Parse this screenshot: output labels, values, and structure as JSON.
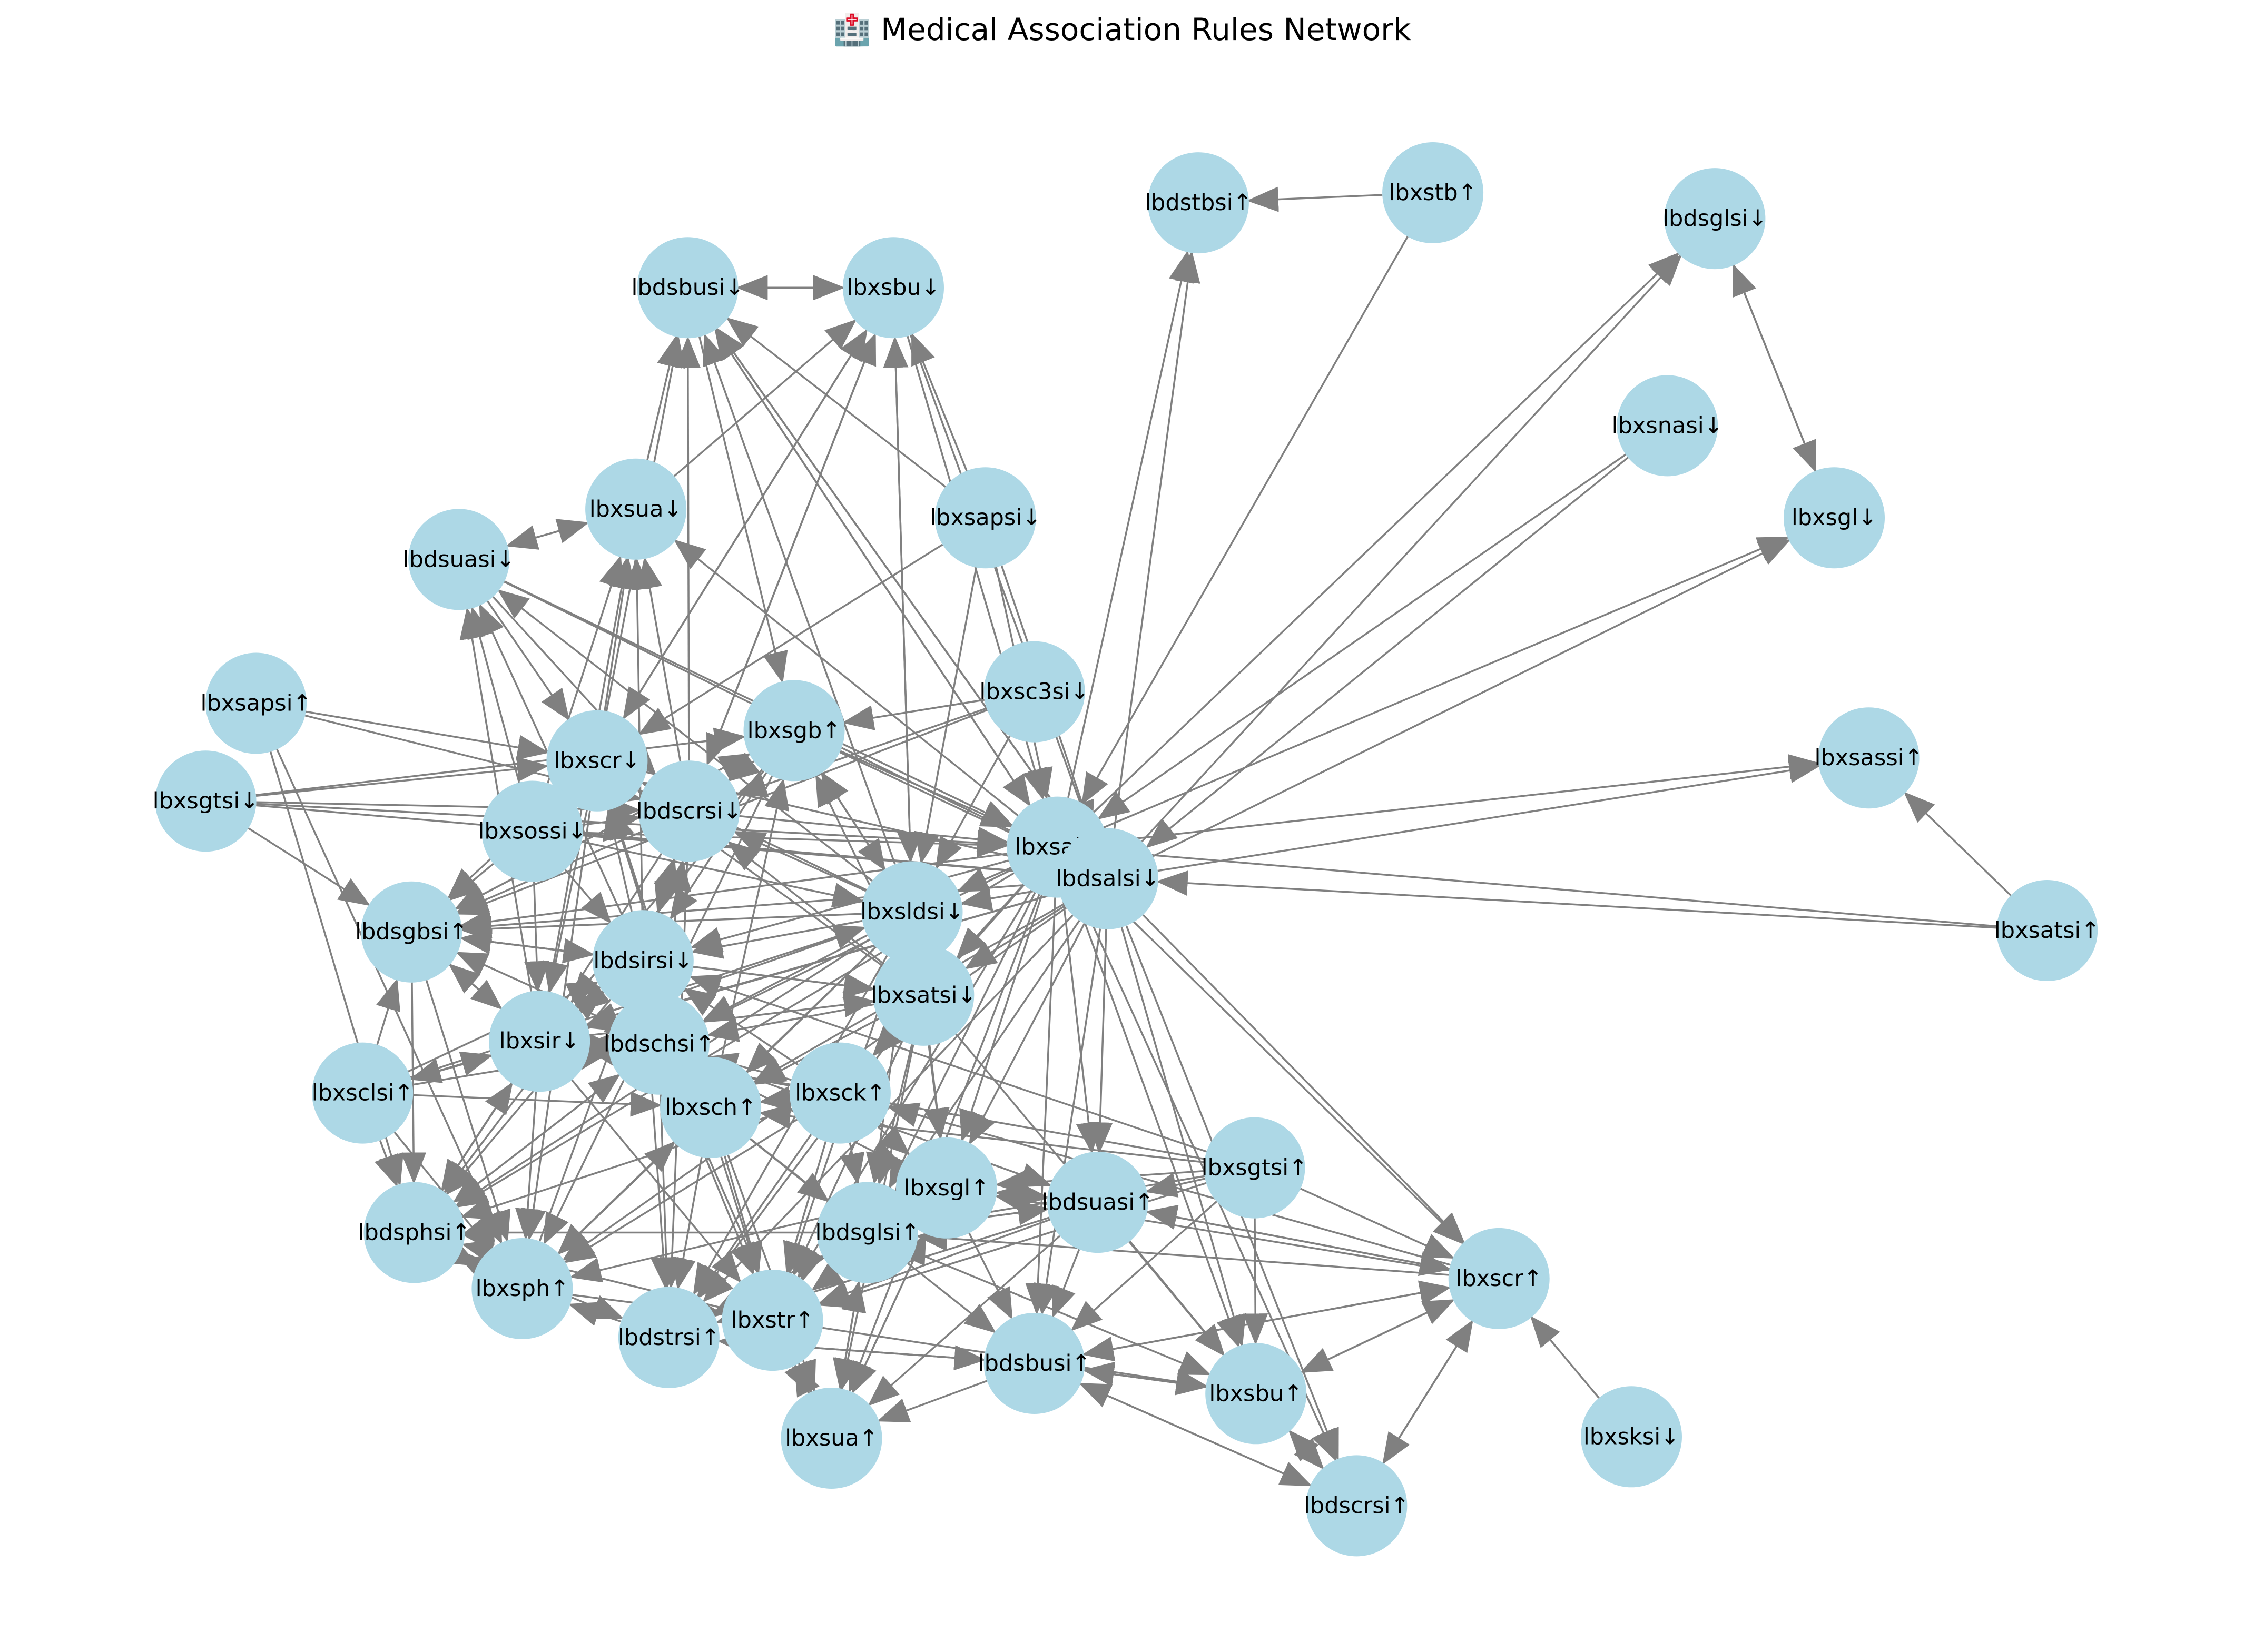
{
  "title": "🏥 Medical Association Rules Network",
  "style": {
    "node_color": "#add8e6",
    "edge_color": "#808080",
    "background": "#ffffff"
  },
  "nodes": [
    {
      "id": "lbdstbsi_up",
      "label": "lbdstbsi↑"
    },
    {
      "id": "lbxstb_up",
      "label": "lbxstb↑"
    },
    {
      "id": "lbdsglsi_down",
      "label": "lbdsglsi↓"
    },
    {
      "id": "lbdsbusi_down",
      "label": "lbdsbusi↓"
    },
    {
      "id": "lbxsbu_down",
      "label": "lbxsbu↓"
    },
    {
      "id": "lbxsnasi_down",
      "label": "lbxsnasi↓"
    },
    {
      "id": "lbxsgl_down",
      "label": "lbxsgl↓"
    },
    {
      "id": "lbxsua_down",
      "label": "lbxsua↓"
    },
    {
      "id": "lbdsuasi_down",
      "label": "lbdsuasi↓"
    },
    {
      "id": "lbxsapsi_down",
      "label": "lbxsapsi↓"
    },
    {
      "id": "lbxsc3si_down",
      "label": "lbxsc3si↓"
    },
    {
      "id": "lbxsapsi_up",
      "label": "lbxsapsi↑"
    },
    {
      "id": "lbxsgb_up",
      "label": "lbxsgb↑"
    },
    {
      "id": "lbxscr_down",
      "label": "lbxscr↓"
    },
    {
      "id": "lbxsassi_up",
      "label": "lbxsassi↑"
    },
    {
      "id": "lbxsgtsi_down",
      "label": "lbxsgtsi↓"
    },
    {
      "id": "lbdscrsi_down",
      "label": "lbdscrsi↓"
    },
    {
      "id": "lbxsossi_down",
      "label": "lbxsossi↓"
    },
    {
      "id": "lbxsal_down",
      "label": "lbxsal↓"
    },
    {
      "id": "lbdsalsi_down",
      "label": "lbdsalsi↓"
    },
    {
      "id": "lbxsatsi_up",
      "label": "lbxsatsi↑"
    },
    {
      "id": "lbdsgbsi_up",
      "label": "lbdsgbsi↑"
    },
    {
      "id": "lbxsldsi_down",
      "label": "lbxsldsi↓"
    },
    {
      "id": "lbdsirsi_down",
      "label": "lbdsirsi↓"
    },
    {
      "id": "lbxsatsi_down",
      "label": "lbxsatsi↓"
    },
    {
      "id": "lbxsir_down",
      "label": "lbxsir↓"
    },
    {
      "id": "lbdschsi_up",
      "label": "lbdschsi↑"
    },
    {
      "id": "lbxsclsi_up",
      "label": "lbxsclsi↑"
    },
    {
      "id": "lbxsch_up",
      "label": "lbxsch↑"
    },
    {
      "id": "lbxsck_up",
      "label": "lbxsck↑"
    },
    {
      "id": "lbxsgtsi_up",
      "label": "lbxsgtsi↑"
    },
    {
      "id": "lbxsgl_up",
      "label": "lbxsgl↑"
    },
    {
      "id": "lbdsuasi_up",
      "label": "lbdsuasi↑"
    },
    {
      "id": "lbdsphsi_up",
      "label": "lbdsphsi↑"
    },
    {
      "id": "lbdsglsi_up",
      "label": "lbdsglsi↑"
    },
    {
      "id": "lbxscr_up",
      "label": "lbxscr↑"
    },
    {
      "id": "lbxsph_up",
      "label": "lbxsph↑"
    },
    {
      "id": "lbdstrsi_up",
      "label": "lbdstrsi↑"
    },
    {
      "id": "lbxstr_up",
      "label": "lbxstr↑"
    },
    {
      "id": "lbdsbusi_up",
      "label": "lbdsbusi↑"
    },
    {
      "id": "lbxsbu_up",
      "label": "lbxsbu↑"
    },
    {
      "id": "lbxsua_up",
      "label": "lbxsua↑"
    },
    {
      "id": "lbxsksi_down",
      "label": "lbxsksi↓"
    },
    {
      "id": "lbdscrsi_up",
      "label": "lbdscrsi↑"
    }
  ],
  "edges": [
    [
      "lbxstb_up",
      "lbdstbsi_up"
    ],
    [
      "lbdsbusi_down",
      "lbxsbu_down"
    ],
    [
      "lbxsbu_down",
      "lbdsbusi_down"
    ],
    [
      "lbdsglsi_down",
      "lbxsgl_down"
    ],
    [
      "lbxsgl_down",
      "lbdsglsi_down"
    ],
    [
      "lbxsua_down",
      "lbdsuasi_down"
    ],
    [
      "lbdsuasi_down",
      "lbxsua_down"
    ],
    [
      "lbxsatsi_up",
      "lbxsassi_up"
    ],
    [
      "lbxsksi_down",
      "lbxscr_up"
    ],
    [
      "lbxscr_up",
      "lbdscrsi_up"
    ],
    [
      "lbdscrsi_up",
      "lbxscr_up"
    ],
    [
      "lbxsal_down",
      "lbdstbsi_up"
    ],
    [
      "lbdsalsi_down",
      "lbdstbsi_up"
    ],
    [
      "lbxstb_up",
      "lbxsal_down"
    ],
    [
      "lbxsal_down",
      "lbdsglsi_down"
    ],
    [
      "lbdsalsi_down",
      "lbdsglsi_down"
    ],
    [
      "lbxsal_down",
      "lbxsgl_down"
    ],
    [
      "lbdsalsi_down",
      "lbxsgl_down"
    ],
    [
      "lbxsnasi_down",
      "lbxsal_down"
    ],
    [
      "lbxsnasi_down",
      "lbdsalsi_down"
    ],
    [
      "lbxsal_down",
      "lbxsassi_up"
    ],
    [
      "lbdsalsi_down",
      "lbxsassi_up"
    ],
    [
      "lbxsatsi_up",
      "lbxsal_down"
    ],
    [
      "lbxsatsi_up",
      "lbdsalsi_down"
    ],
    [
      "lbxsua_down",
      "lbdsbusi_down"
    ],
    [
      "lbxsua_down",
      "lbxsbu_down"
    ],
    [
      "lbxscr_down",
      "lbdsbusi_down"
    ],
    [
      "lbxscr_down",
      "lbxsbu_down"
    ],
    [
      "lbdscrsi_down",
      "lbdsbusi_down"
    ],
    [
      "lbdscrsi_down",
      "lbxsbu_down"
    ],
    [
      "lbxsapsi_down",
      "lbdsbusi_down"
    ],
    [
      "lbxsapsi_down",
      "lbxsbu_down"
    ],
    [
      "lbxsal_down",
      "lbdsbusi_down"
    ],
    [
      "lbdsalsi_down",
      "lbdsbusi_down"
    ],
    [
      "lbxsldsi_down",
      "lbxsbu_down"
    ],
    [
      "lbxsldsi_down",
      "lbdsbusi_down"
    ],
    [
      "lbxsossi_down",
      "lbdsuasi_down"
    ],
    [
      "lbxsossi_down",
      "lbxsua_down"
    ],
    [
      "lbxscr_down",
      "lbxsua_down"
    ],
    [
      "lbdscrsi_down",
      "lbxsua_down"
    ],
    [
      "lbdsirsi_down",
      "lbxsua_down"
    ],
    [
      "lbdsirsi_down",
      "lbdsuasi_down"
    ],
    [
      "lbxsir_down",
      "lbxsua_down"
    ],
    [
      "lbxsir_down",
      "lbdsuasi_down"
    ],
    [
      "lbxsal_down",
      "lbxsua_down"
    ],
    [
      "lbxsldsi_down",
      "lbdsuasi_down"
    ],
    [
      "lbxsapsi_up",
      "lbxscr_down"
    ],
    [
      "lbxsapsi_up",
      "lbdscrsi_down"
    ],
    [
      "lbxsapsi_up",
      "lbdsphsi_up"
    ],
    [
      "lbxsapsi_up",
      "lbxsph_up"
    ],
    [
      "lbxsgtsi_down",
      "lbxscr_down"
    ],
    [
      "lbxsgtsi_down",
      "lbdscrsi_down"
    ],
    [
      "lbxsgtsi_down",
      "lbxsal_down"
    ],
    [
      "lbxsgtsi_down",
      "lbdsalsi_down"
    ],
    [
      "lbxsgtsi_down",
      "lbdsgbsi_up"
    ],
    [
      "lbxsgtsi_down",
      "lbxsgb_up"
    ],
    [
      "lbxsc3si_down",
      "lbxsgb_up"
    ],
    [
      "lbxsc3si_down",
      "lbdsgbsi_up"
    ],
    [
      "lbxsc3si_down",
      "lbxsldsi_down"
    ],
    [
      "lbxsc3si_down",
      "lbdscrsi_down"
    ],
    [
      "lbxsapsi_down",
      "lbxsal_down"
    ],
    [
      "lbxsapsi_down",
      "lbdsalsi_down"
    ],
    [
      "lbxsapsi_down",
      "lbxscr_down"
    ],
    [
      "lbxsapsi_down",
      "lbxsldsi_down"
    ],
    [
      "lbxsgb_up",
      "lbdsgbsi_up"
    ],
    [
      "lbdsgbsi_up",
      "lbxsgb_up"
    ],
    [
      "lbxsgb_up",
      "lbxsal_down"
    ],
    [
      "lbxsgb_up",
      "lbdsalsi_down"
    ],
    [
      "lbxscr_down",
      "lbdscrsi_down"
    ],
    [
      "lbdscrsi_down",
      "lbxscr_down"
    ],
    [
      "lbxsossi_down",
      "lbxscr_down"
    ],
    [
      "lbxsossi_down",
      "lbdscrsi_down"
    ],
    [
      "lbxsossi_down",
      "lbxsal_down"
    ],
    [
      "lbxsossi_down",
      "lbdsalsi_down"
    ],
    [
      "lbxsossi_down",
      "lbdsgbsi_up"
    ],
    [
      "lbxsossi_down",
      "lbdsirsi_down"
    ],
    [
      "lbxsossi_down",
      "lbxsir_down"
    ],
    [
      "lbxsossi_down",
      "lbxsldsi_down"
    ],
    [
      "lbxsal_down",
      "lbdsalsi_down"
    ],
    [
      "lbdsalsi_down",
      "lbxsal_down"
    ],
    [
      "lbxsal_down",
      "lbxsldsi_down"
    ],
    [
      "lbdsalsi_down",
      "lbxsldsi_down"
    ],
    [
      "lbxsal_down",
      "lbdsgbsi_up"
    ],
    [
      "lbdsalsi_down",
      "lbdsgbsi_up"
    ],
    [
      "lbxsal_down",
      "lbxscr_up"
    ],
    [
      "lbdsalsi_down",
      "lbxscr_up"
    ],
    [
      "lbxsal_down",
      "lbdscrsi_up"
    ],
    [
      "lbdsalsi_down",
      "lbdscrsi_up"
    ],
    [
      "lbxsal_down",
      "lbxsbu_up"
    ],
    [
      "lbdsalsi_down",
      "lbxsbu_up"
    ],
    [
      "lbxsal_down",
      "lbdsbusi_up"
    ],
    [
      "lbdsalsi_down",
      "lbdsbusi_up"
    ],
    [
      "lbxsal_down",
      "lbdsuasi_up"
    ],
    [
      "lbdsalsi_down",
      "lbdsuasi_up"
    ],
    [
      "lbxsal_down",
      "lbxsgl_up"
    ],
    [
      "lbdsalsi_down",
      "lbxsgl_up"
    ],
    [
      "lbxsal_down",
      "lbdsglsi_up"
    ],
    [
      "lbdsalsi_down",
      "lbdsglsi_up"
    ],
    [
      "lbxsal_down",
      "lbxsatsi_down"
    ],
    [
      "lbdsalsi_down",
      "lbxsatsi_down"
    ],
    [
      "lbxsal_down",
      "lbdsirsi_down"
    ],
    [
      "lbdsalsi_down",
      "lbxsir_down"
    ],
    [
      "lbxsal_down",
      "lbdschsi_up"
    ],
    [
      "lbdsalsi_down",
      "lbxsch_up"
    ],
    [
      "lbxsal_down",
      "lbxsck_up"
    ],
    [
      "lbdsalsi_down",
      "lbxsstr_placeholder"
    ],
    [
      "lbxsal_down",
      "lbxstr_up"
    ],
    [
      "lbdsalsi_down",
      "lbdstrsi_up"
    ],
    [
      "lbxsal_down",
      "lbxsua_up"
    ],
    [
      "lbdsalsi_down",
      "lbxsph_up"
    ],
    [
      "lbxsal_down",
      "lbdsphsi_up"
    ],
    [
      "lbdsalsi_down",
      "lbxsclsi_up"
    ],
    [
      "lbxsldsi_down",
      "lbxsatsi_down"
    ],
    [
      "lbxsatsi_down",
      "lbxsldsi_down"
    ],
    [
      "lbxsldsi_down",
      "lbdsirsi_down"
    ],
    [
      "lbxsldsi_down",
      "lbxsir_down"
    ],
    [
      "lbxsldsi_down",
      "lbdschsi_up"
    ],
    [
      "lbxsldsi_down",
      "lbxsch_up"
    ],
    [
      "lbxsldsi_down",
      "lbdsgbsi_up"
    ],
    [
      "lbxsldsi_down",
      "lbxsgb_up"
    ],
    [
      "lbxsldsi_down",
      "lbdscrsi_down"
    ],
    [
      "lbxsldsi_down",
      "lbxscr_down"
    ],
    [
      "lbxsldsi_down",
      "lbdsphsi_up"
    ],
    [
      "lbxsldsi_down",
      "lbxsph_up"
    ],
    [
      "lbxsldsi_down",
      "lbdstrsi_up"
    ],
    [
      "lbxsldsi_down",
      "lbxstr_up"
    ],
    [
      "lbxsldsi_down",
      "lbxsgl_up"
    ],
    [
      "lbxsldsi_down",
      "lbdsglsi_up"
    ],
    [
      "lbdsirsi_down",
      "lbxsir_down"
    ],
    [
      "lbxsir_down",
      "lbdsirsi_down"
    ],
    [
      "lbdsirsi_down",
      "lbdsgbsi_up"
    ],
    [
      "lbxsir_down",
      "lbdsgbsi_up"
    ],
    [
      "lbdsirsi_down",
      "lbxsch_up"
    ],
    [
      "lbxsir_down",
      "lbdschsi_up"
    ],
    [
      "lbdsirsi_down",
      "lbxsatsi_down"
    ],
    [
      "lbxsir_down",
      "lbxsatsi_down"
    ],
    [
      "lbdsirsi_down",
      "lbxscr_down"
    ],
    [
      "lbdsirsi_down",
      "lbdscrsi_down"
    ],
    [
      "lbdsirsi_down",
      "lbdsphsi_up"
    ],
    [
      "lbxsir_down",
      "lbxsph_up"
    ],
    [
      "lbdsirsi_down",
      "lbdstrsi_up"
    ],
    [
      "lbxsir_down",
      "lbxstr_up"
    ],
    [
      "lbxsatsi_down",
      "lbdscrsi_down"
    ],
    [
      "lbxsatsi_down",
      "lbxscr_down"
    ],
    [
      "lbxsatsi_down",
      "lbdsgbsi_up"
    ],
    [
      "lbxsatsi_down",
      "lbxsgb_up"
    ],
    [
      "lbxsatsi_down",
      "lbdschsi_up"
    ],
    [
      "lbxsatsi_down",
      "lbxsch_up"
    ],
    [
      "lbxsatsi_down",
      "lbdsglsi_up"
    ],
    [
      "lbxsatsi_down",
      "lbxsgl_up"
    ],
    [
      "lbxsatsi_down",
      "lbdstrsi_up"
    ],
    [
      "lbxsatsi_down",
      "lbxstr_up"
    ],
    [
      "lbxsatsi_down",
      "lbxsua_up"
    ],
    [
      "lbxsatsi_down",
      "lbxsbu_up"
    ],
    [
      "lbdschsi_up",
      "lbxsch_up"
    ],
    [
      "lbxsch_up",
      "lbdschsi_up"
    ],
    [
      "lbdschsi_up",
      "lbdstrsi_up"
    ],
    [
      "lbxsch_up",
      "lbxstr_up"
    ],
    [
      "lbdschsi_up",
      "lbxstr_up"
    ],
    [
      "lbxsch_up",
      "lbdstrsi_up"
    ],
    [
      "lbdschsi_up",
      "lbdsphsi_up"
    ],
    [
      "lbxsch_up",
      "lbxsph_up"
    ],
    [
      "lbdschsi_up",
      "lbxsua_up"
    ],
    [
      "lbxsch_up",
      "lbxsua_up"
    ],
    [
      "lbdschsi_up",
      "lbxsir_down"
    ],
    [
      "lbxsch_up",
      "lbdsirsi_down"
    ],
    [
      "lbdschsi_up",
      "lbdsgbsi_up"
    ],
    [
      "lbxsch_up",
      "lbxsgb_up"
    ],
    [
      "lbdschsi_up",
      "lbdscrsi_down"
    ],
    [
      "lbxsch_up",
      "lbxscr_down"
    ],
    [
      "lbdschsi_up",
      "lbxsgl_up"
    ],
    [
      "lbxsch_up",
      "lbdsglsi_up"
    ],
    [
      "lbdschsi_up",
      "lbdsuasi_up"
    ],
    [
      "lbxsch_up",
      "lbdsbusi_up"
    ],
    [
      "lbxsclsi_up",
      "lbdsphsi_up"
    ],
    [
      "lbxsclsi_up",
      "lbxsph_up"
    ],
    [
      "lbxsclsi_up",
      "lbxsir_down"
    ],
    [
      "lbxsclsi_up",
      "lbdsirsi_down"
    ],
    [
      "lbxsclsi_up",
      "lbdschsi_up"
    ],
    [
      "lbxsclsi_up",
      "lbxsch_up"
    ],
    [
      "lbxsclsi_up",
      "lbdsgbsi_up"
    ],
    [
      "lbxsclsi_up",
      "lbxsldsi_down"
    ],
    [
      "lbxsck_up",
      "lbxsch_up"
    ],
    [
      "lbxsck_up",
      "lbdschsi_up"
    ],
    [
      "lbxsck_up",
      "lbdsirsi_down"
    ],
    [
      "lbxsck_up",
      "lbxsir_down"
    ],
    [
      "lbxsck_up",
      "lbdsglsi_up"
    ],
    [
      "lbxsck_up",
      "lbxsgl_up"
    ],
    [
      "lbxsck_up",
      "lbxsph_up"
    ],
    [
      "lbxsck_up",
      "lbdsphsi_up"
    ],
    [
      "lbxsck_up",
      "lbdstrsi_up"
    ],
    [
      "lbxsck_up",
      "lbxstr_up"
    ],
    [
      "lbxsgtsi_up",
      "lbxsgl_up"
    ],
    [
      "lbxsgtsi_up",
      "lbdsglsi_up"
    ],
    [
      "lbxsgtsi_up",
      "lbdsuasi_up"
    ],
    [
      "lbxsgtsi_up",
      "lbxscr_up"
    ],
    [
      "lbxsgtsi_up",
      "lbxsbu_up"
    ],
    [
      "lbxsgtsi_up",
      "lbdsbusi_up"
    ],
    [
      "lbxsgtsi_up",
      "lbxsir_down"
    ],
    [
      "lbxsgtsi_up",
      "lbdsirsi_down"
    ],
    [
      "lbxsgtsi_up",
      "lbxsch_up"
    ],
    [
      "lbxsgtsi_up",
      "lbxstr_up"
    ],
    [
      "lbxsgl_up",
      "lbdsglsi_up"
    ],
    [
      "lbdsglsi_up",
      "lbxsgl_up"
    ],
    [
      "lbxsgl_up",
      "lbdsuasi_up"
    ],
    [
      "lbdsglsi_up",
      "lbdsuasi_up"
    ],
    [
      "lbxsgl_up",
      "lbxstr_up"
    ],
    [
      "lbdsglsi_up",
      "lbdstrsi_up"
    ],
    [
      "lbxsgl_up",
      "lbxsua_up"
    ],
    [
      "lbdsglsi_up",
      "lbxsua_up"
    ],
    [
      "lbxsgl_up",
      "lbdsbusi_up"
    ],
    [
      "lbdsglsi_up",
      "lbxsbu_up"
    ],
    [
      "lbxsgl_up",
      "lbxsph_up"
    ],
    [
      "lbdsglsi_up",
      "lbdsphsi_up"
    ],
    [
      "lbdsuasi_up",
      "lbdsglsi_up"
    ],
    [
      "lbdsuasi_up",
      "lbxsgl_up"
    ],
    [
      "lbdsuasi_up",
      "lbxsbu_up"
    ],
    [
      "lbdsuasi_up",
      "lbdsbusi_up"
    ],
    [
      "lbdsuasi_up",
      "lbxscr_up"
    ],
    [
      "lbdsuasi_up",
      "lbxsua_up"
    ],
    [
      "lbdsuasi_up",
      "lbxstr_up"
    ],
    [
      "lbdsuasi_up",
      "lbdstrsi_up"
    ],
    [
      "lbxscr_up",
      "lbxsbu_up"
    ],
    [
      "lbxscr_up",
      "lbdsbusi_up"
    ],
    [
      "lbxscr_up",
      "lbdsuasi_up"
    ],
    [
      "lbxscr_up",
      "lbdsglsi_up"
    ],
    [
      "lbxscr_up",
      "lbxsgl_up"
    ],
    [
      "lbxscr_up",
      "lbxsck_up"
    ],
    [
      "lbdscrsi_up",
      "lbxsbu_up"
    ],
    [
      "lbdscrsi_up",
      "lbdsbusi_up"
    ],
    [
      "lbdsphsi_up",
      "lbxsph_up"
    ],
    [
      "lbxsph_up",
      "lbdsphsi_up"
    ],
    [
      "lbdsphsi_up",
      "lbdstrsi_up"
    ],
    [
      "lbxsph_up",
      "lbxstr_up"
    ],
    [
      "lbdsphsi_up",
      "lbxsir_down"
    ],
    [
      "lbxsph_up",
      "lbdsirsi_down"
    ],
    [
      "lbdsphsi_up",
      "lbdschsi_up"
    ],
    [
      "lbxsph_up",
      "lbxsch_up"
    ],
    [
      "lbdstrsi_up",
      "lbxstr_up"
    ],
    [
      "lbxstr_up",
      "lbdstrsi_up"
    ],
    [
      "lbdstrsi_up",
      "lbxsph_up"
    ],
    [
      "lbxstr_up",
      "lbdsphsi_up"
    ],
    [
      "lbdstrsi_up",
      "lbdsglsi_up"
    ],
    [
      "lbxstr_up",
      "lbxsgl_up"
    ],
    [
      "lbdstrsi_up",
      "lbdsbusi_up"
    ],
    [
      "lbxstr_up",
      "lbxsbu_up"
    ],
    [
      "lbxstr_up",
      "lbxsua_up"
    ],
    [
      "lbxsua_up",
      "lbxstr_up"
    ],
    [
      "lbdsbusi_up",
      "lbxsbu_up"
    ],
    [
      "lbxsbu_up",
      "lbdsbusi_up"
    ],
    [
      "lbdsbusi_up",
      "lbdscrsi_up"
    ],
    [
      "lbxsbu_up",
      "lbdscrsi_up"
    ],
    [
      "lbdsbusi_up",
      "lbxscr_up"
    ],
    [
      "lbxsbu_up",
      "lbxscr_up"
    ],
    [
      "lbdsbusi_up",
      "lbxsua_up"
    ],
    [
      "lbdsbusi_up",
      "lbdstrsi_up"
    ],
    [
      "lbxsua_up",
      "lbdsglsi_up"
    ],
    [
      "lbxsua_up",
      "lbxsgl_up"
    ],
    [
      "lbdscrsi_down",
      "lbdsgbsi_up"
    ],
    [
      "lbxscr_down",
      "lbdsgbsi_up"
    ],
    [
      "lbdscrsi_down",
      "lbdsirsi_down"
    ],
    [
      "lbxscr_down",
      "lbxsir_down"
    ],
    [
      "lbdscrsi_down",
      "lbdsphsi_up"
    ],
    [
      "lbxscr_down",
      "lbxsph_up"
    ],
    [
      "lbdscrsi_down",
      "lbxsal_down"
    ],
    [
      "lbxscr_down",
      "lbdsalsi_down"
    ],
    [
      "lbdscrsi_down",
      "lbdstrsi_up"
    ],
    [
      "lbxscr_down",
      "lbxstr_up"
    ],
    [
      "lbdsgbsi_up",
      "lbxsir_down"
    ],
    [
      "lbdsgbsi_up",
      "lbdsirsi_down"
    ],
    [
      "lbdsgbsi_up",
      "lbdsphsi_up"
    ],
    [
      "lbdsgbsi_up",
      "lbxsph_up"
    ],
    [
      "lbxsgb_up",
      "lbxsir_down"
    ],
    [
      "lbxsgb_up",
      "lbdsirsi_down"
    ],
    [
      "lbxsgb_up",
      "lbxsph_up"
    ],
    [
      "lbxsgb_up",
      "lbdsphsi_up"
    ],
    [
      "lbxsgb_up",
      "lbxsldsi_down"
    ],
    [
      "lbxsgb_up",
      "lbdscrsi_down"
    ],
    [
      "lbdsuasi_down",
      "lbxscr_down"
    ],
    [
      "lbdsuasi_down",
      "lbdscrsi_down"
    ],
    [
      "lbdsuasi_down",
      "lbxsal_down"
    ],
    [
      "lbdsuasi_down",
      "lbdsalsi_down"
    ],
    [
      "lbdsbusi_down",
      "lbxsal_down"
    ],
    [
      "lbdsbusi_down",
      "lbdsalsi_down"
    ],
    [
      "lbxsbu_down",
      "lbxsal_down"
    ],
    [
      "lbxsbu_down",
      "lbdsalsi_down"
    ],
    [
      "lbxsbu_down",
      "lbxscr_down"
    ],
    [
      "lbxsbu_down",
      "lbdscrsi_down"
    ],
    [
      "lbdsbusi_down",
      "lbxsgb_up"
    ],
    [
      "lbxsbu_down",
      "lbxsldsi_down"
    ]
  ]
}
